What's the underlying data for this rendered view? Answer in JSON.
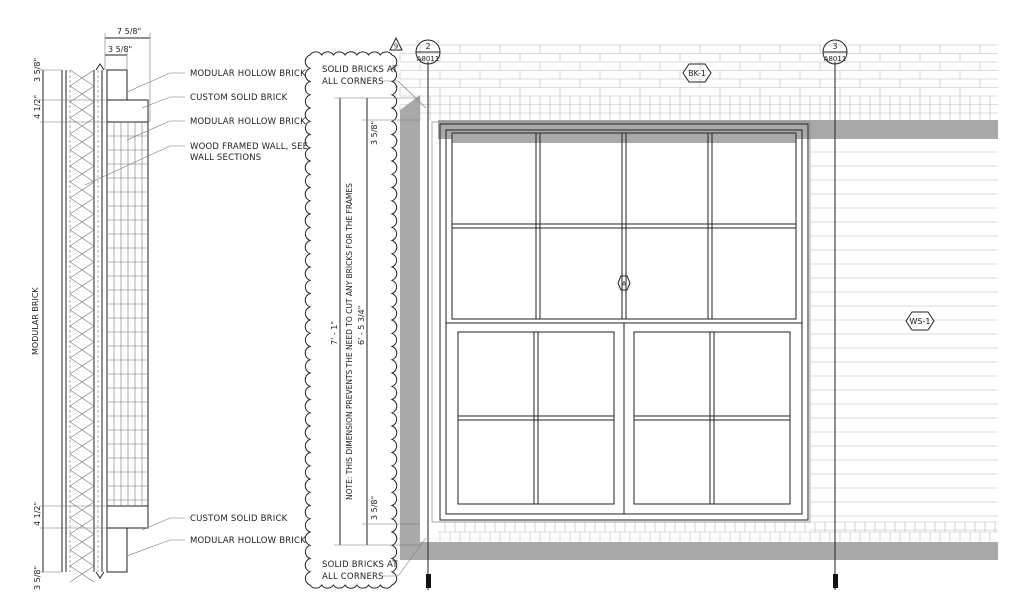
{
  "section": {
    "top_dims": [
      "7 5/8\"",
      "3 5/8\""
    ],
    "side_dims": [
      "3 5/8\"",
      "4 1/2\"",
      "4 1/2\"",
      "3 5/8\""
    ],
    "vertical_label": "MODULAR BRICK",
    "callouts": [
      {
        "text": "MODULAR HOLLOW BRICK"
      },
      {
        "text": "CUSTOM SOLID BRICK"
      },
      {
        "text": "MODULAR HOLLOW BRICK"
      },
      {
        "text_line1": "WOOD FRAMED WALL, SEE",
        "text_line2": "WALL SECTIONS"
      },
      {
        "text": "CUSTOM SOLID BRICK"
      },
      {
        "text": "MODULAR HOLLOW BRICK"
      }
    ]
  },
  "revision_cloud": {
    "revision_number": "9",
    "top_note_line1": "SOLID BRICKS AT",
    "top_note_line2": "ALL CORNERS",
    "bottom_note_line1": "SOLID BRICKS AT",
    "bottom_note_line2": "ALL CORNERS",
    "overall_dim": "7' - 1\"",
    "opening_dim": "6' - 5 3/4\"",
    "top_small_dim": "3 5/8\"",
    "bottom_small_dim": "3 5/8\"",
    "note": "NOTE: THIS DIMENSION PREVENTS THE NEED TO CUT ANY BRICKS FOR THE FRAMES"
  },
  "elevation": {
    "grid_bubbles": [
      {
        "number": "2",
        "sheet": "A8011"
      },
      {
        "number": "3",
        "sheet": "A8011"
      }
    ],
    "tags": {
      "brick": "BK-1",
      "siding": "WS-1",
      "window": "A"
    },
    "colors": {
      "shade": "#a9a9a9",
      "brick_line": "#bbbbbb",
      "line": "#222222"
    }
  }
}
